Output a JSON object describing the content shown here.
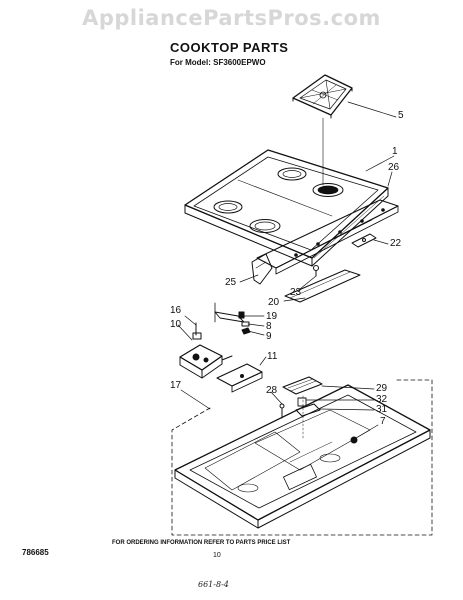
{
  "watermark": "AppliancePartsPros.com",
  "title": "COOKTOP PARTS",
  "subtitle": "For Model: SF3600EPWO",
  "footer_note": "FOR ORDERING INFORMATION REFER TO PARTS PRICE LIST",
  "page_number": "10",
  "doc_number": "786685",
  "hand_note": "661-8-4",
  "callouts": {
    "c5": "5",
    "c1": "1",
    "c26": "26",
    "c22": "22",
    "c25": "25",
    "c23": "23",
    "c20": "20",
    "c16": "16",
    "c10": "10",
    "c19": "19",
    "c8": "8",
    "c9": "9",
    "c11": "11",
    "c17": "17",
    "c28": "28",
    "c29": "29",
    "c32": "32",
    "c31": "31",
    "c7": "7"
  },
  "colors": {
    "ink": "#111111",
    "watermark": "#d7d7d7",
    "paper": "#ffffff"
  }
}
